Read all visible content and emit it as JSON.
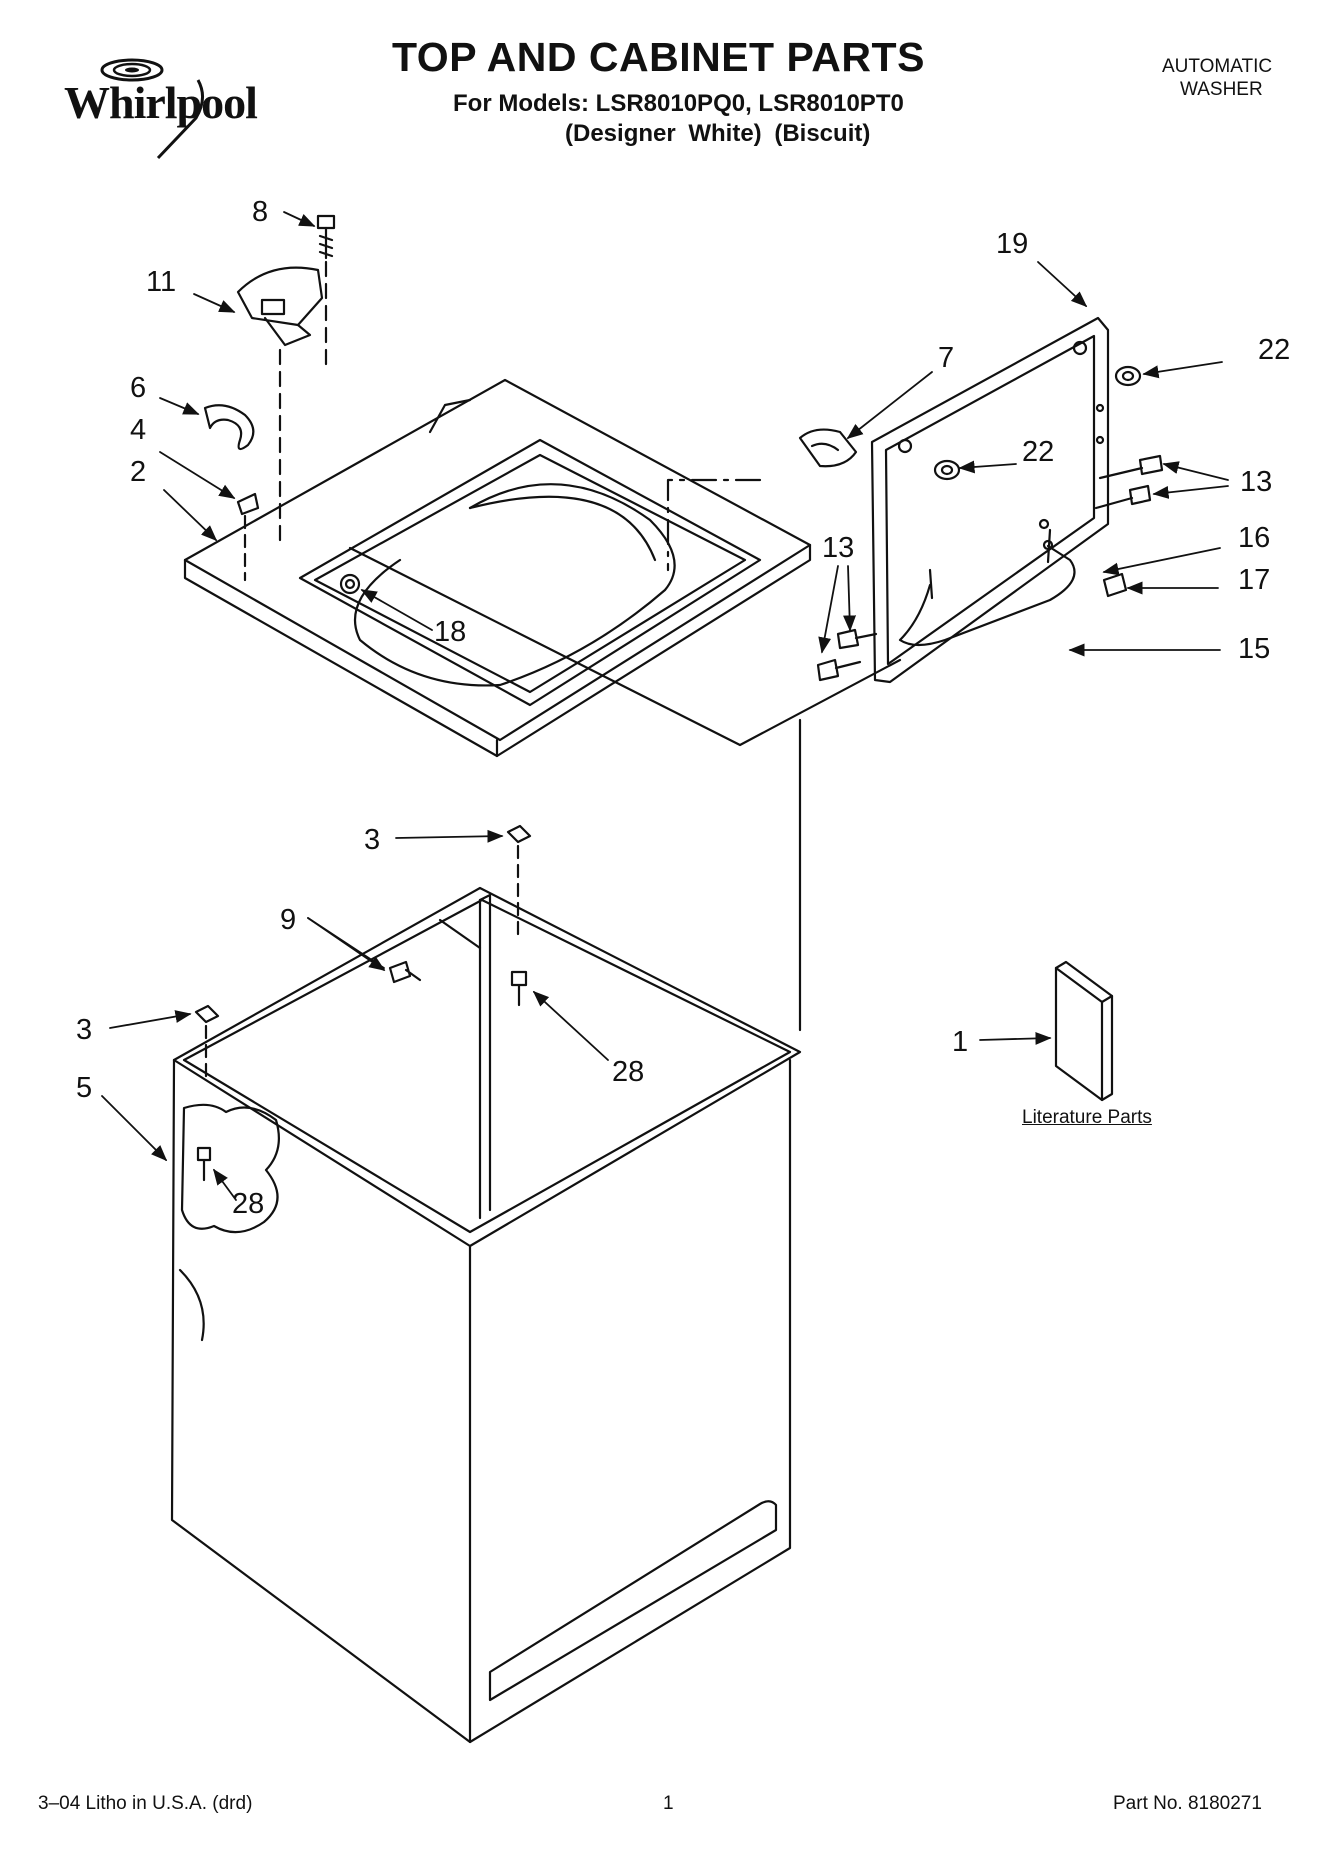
{
  "header": {
    "brand": "Whirlpool",
    "title": "TOP AND CABINET PARTS",
    "models_line": "For Models: LSR8010PQ0, LSR8010PT0",
    "variants_line": "(Designer White)   (Biscuit)",
    "doc_type_line1": "AUTOMATIC",
    "doc_type_line2": "WASHER"
  },
  "callouts": {
    "c8": "8",
    "c11": "11",
    "c6": "6",
    "c4": "4",
    "c2": "2",
    "c7": "7",
    "c19": "19",
    "c22a": "22",
    "c22b": "22",
    "c13a": "13",
    "c13b": "13",
    "c16": "16",
    "c17": "17",
    "c15": "15",
    "c18": "18",
    "c3a": "3",
    "c9": "9",
    "c28a": "28",
    "c3b": "3",
    "c5": "5",
    "c28b": "28",
    "c1": "1"
  },
  "literature_label": "Literature Parts",
  "footer": {
    "left": "3–04 Litho in U.S.A. (drd)",
    "page": "1",
    "part_number": "Part No. 8180271"
  },
  "colors": {
    "ink": "#111111",
    "background": "#ffffff"
  }
}
